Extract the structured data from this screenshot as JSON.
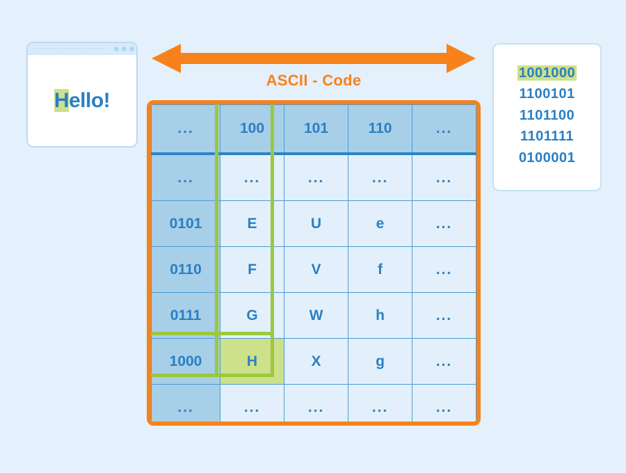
{
  "browser": {
    "hello_highlight": "H",
    "hello_rest": "ello!",
    "dots": [
      "window-dot-1",
      "window-dot-2",
      "window-dot-3"
    ]
  },
  "binary_panel": {
    "lines": [
      {
        "value": "1001000",
        "highlighted": true
      },
      {
        "value": "1100101",
        "highlighted": false
      },
      {
        "value": "1101100",
        "highlighted": false
      },
      {
        "value": "1101111",
        "highlighted": false
      },
      {
        "value": "0100001",
        "highlighted": false
      }
    ]
  },
  "arrow": {
    "caption": "ASCII - Code",
    "color": "#f7821b"
  },
  "table": {
    "header": [
      "...",
      "100",
      "101",
      "110",
      "..."
    ],
    "rows": [
      {
        "code": "...",
        "cells": [
          "...",
          "...",
          "...",
          "..."
        ]
      },
      {
        "code": "0101",
        "cells": [
          "E",
          "U",
          "e",
          "..."
        ]
      },
      {
        "code": "0110",
        "cells": [
          "F",
          "V",
          "f",
          "..."
        ]
      },
      {
        "code": "0111",
        "cells": [
          "G",
          "W",
          "h",
          "..."
        ]
      },
      {
        "code": "1000",
        "cells": [
          "H",
          "X",
          "g",
          "..."
        ]
      },
      {
        "code": "...",
        "cells": [
          "...",
          "...",
          "...",
          "..."
        ]
      }
    ],
    "highlight_cell": {
      "row_code": "1000",
      "column": "100",
      "value": "H"
    }
  },
  "colors": {
    "background": "#e4f0fb",
    "accent_orange": "#f7821b",
    "accent_green": "#9bc83c",
    "highlight_green": "#cde08a",
    "text_blue": "#2a7fc3",
    "header_blue": "#a8cfe8",
    "cell_blue": "#e3f0fb",
    "grid_blue": "#4a9ad4"
  }
}
